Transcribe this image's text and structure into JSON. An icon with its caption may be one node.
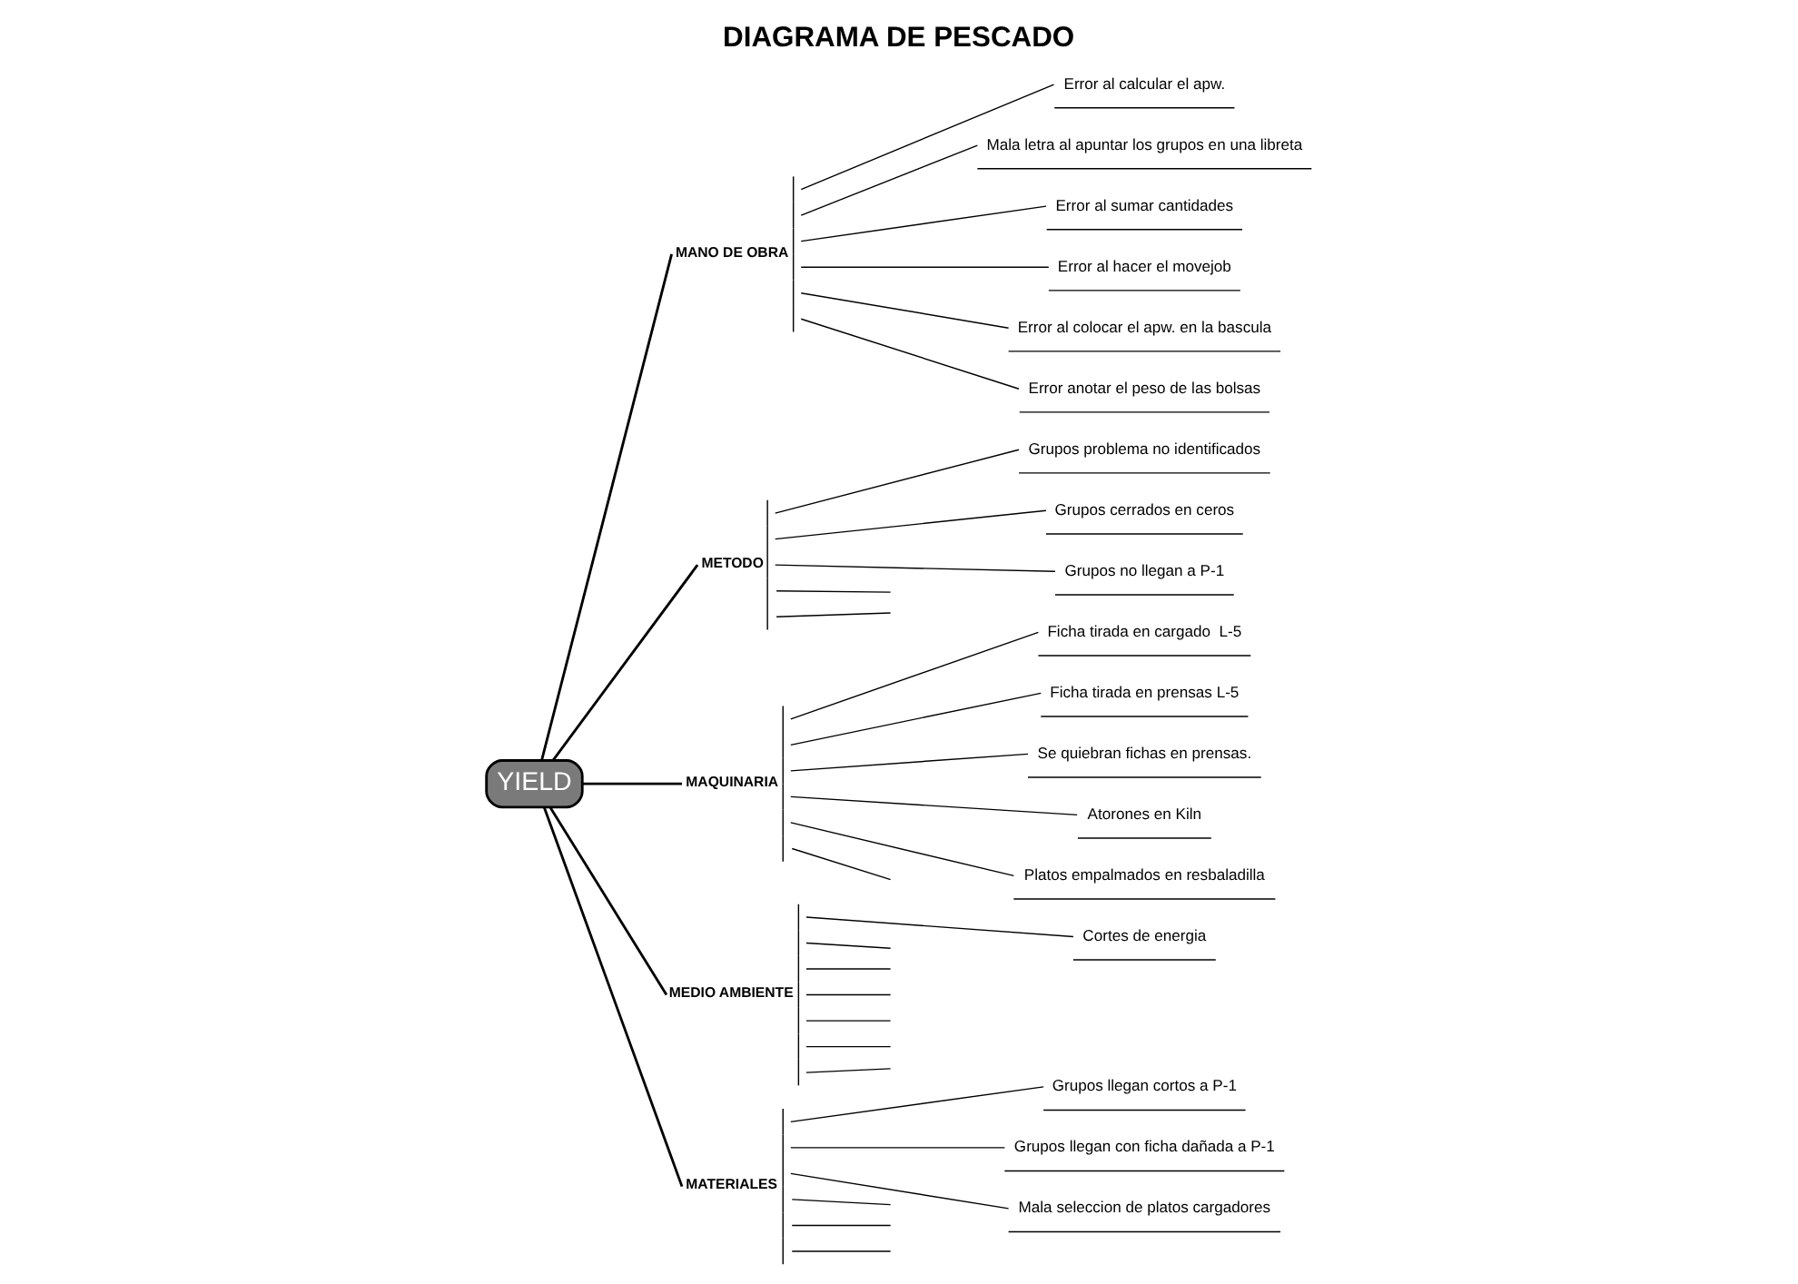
{
  "diagram": {
    "title": "DIAGRAMA DE PESCADO",
    "nodes": [
      {
        "text": [
          "YIELD"
        ]
      },
      {
        "text": [
          "MANO DE OBRA"
        ]
      },
      {
        "text": [
          "METODO"
        ]
      },
      {
        "text": [
          "MAQUINARIA"
        ]
      },
      {
        "text": [
          "MEDIO AMBIENTE"
        ]
      },
      {
        "text": [
          "MATERIALES"
        ]
      },
      {
        "text": [
          "Error al calcular el apw."
        ]
      },
      {
        "text": [
          "Mala letra al apuntar los grupos en una libreta"
        ]
      },
      {
        "text": [
          "Grupos problema no identificados"
        ]
      },
      {
        "text": [
          "Error al sumar cantidades"
        ]
      },
      {
        "text": [
          "Error al hacer el movejob"
        ]
      },
      {
        "text": [
          "Error al colocar el apw. en la bascula"
        ]
      },
      {
        "text": [
          "Error anotar el peso de las bolsas"
        ]
      },
      {
        "text": [
          "Grupos cerrados en ceros"
        ]
      },
      {
        "text": [
          "Ficha tirada en cargado  L-5"
        ]
      },
      {
        "text": [
          "Ficha tirada en prensas L-5"
        ]
      },
      {
        "text": [
          "Se quiebran fichas en prensas."
        ]
      },
      {
        "text": [
          "Atorones en Kiln"
        ]
      },
      {
        "text": [
          "Grupos no llegan a P-1"
        ]
      },
      {
        "text": [
          "Platos empalmados en resbaladilla"
        ]
      },
      {
        "text": [
          "Grupos llegan cortos a P-1"
        ]
      },
      {
        "text": [
          "Cortes de energia"
        ]
      },
      {
        "text": [
          "Grupos llegan con ficha dañada a P-1"
        ]
      },
      {
        "text": [
          "Mala seleccion de platos cargadores"
        ]
      }
    ],
    "edges": [
      {
        "from": 1,
        "to": 0,
        "arrow": "none"
      },
      {
        "from": 2,
        "to": 0,
        "arrow": "none"
      },
      {
        "from": 3,
        "to": 0,
        "arrow": "none"
      },
      {
        "from": 4,
        "to": 0,
        "arrow": "none"
      },
      {
        "from": 5,
        "to": 0,
        "arrow": "none"
      },
      {
        "from": 6,
        "to": 1,
        "arrow": "none"
      },
      {
        "from": 7,
        "to": 1,
        "arrow": "none"
      },
      {
        "from": 8,
        "to": 2,
        "arrow": "none"
      },
      {
        "from": 9,
        "to": 1,
        "arrow": "none"
      },
      {
        "from": 10,
        "to": 1,
        "arrow": "none"
      },
      {
        "from": 11,
        "to": 1,
        "arrow": "none"
      },
      {
        "from": 12,
        "to": 1,
        "arrow": "none"
      },
      {
        "from": 13,
        "to": 2,
        "arrow": "none"
      },
      {
        "from": 14,
        "to": 3,
        "arrow": "none"
      },
      {
        "from": 15,
        "to": 3,
        "arrow": "none"
      },
      {
        "from": 16,
        "to": 3,
        "arrow": "none"
      },
      {
        "from": 17,
        "to": 3,
        "arrow": "none"
      },
      {
        "from": 18,
        "to": 2,
        "arrow": "none"
      },
      {
        "from": 19,
        "to": 3,
        "arrow": "none"
      },
      {
        "from": 20,
        "to": 5,
        "arrow": "none"
      },
      {
        "from": 21,
        "to": 4,
        "arrow": "none"
      },
      {
        "from": 22,
        "to": 5,
        "arrow": "none"
      },
      {
        "from": 23,
        "to": 5,
        "arrow": "none"
      },
      {
        "from": null,
        "to": 2,
        "arrow": "none"
      },
      {
        "from": null,
        "to": 2,
        "arrow": "none"
      },
      {
        "from": null,
        "to": 3,
        "arrow": "none"
      },
      {
        "from": null,
        "to": 4,
        "arrow": "none"
      },
      {
        "from": null,
        "to": 4,
        "arrow": "none"
      },
      {
        "from": null,
        "to": 4,
        "arrow": "none"
      },
      {
        "from": null,
        "to": 4,
        "arrow": "none"
      },
      {
        "from": null,
        "to": 4,
        "arrow": "none"
      },
      {
        "from": null,
        "to": 4,
        "arrow": "none"
      },
      {
        "from": null,
        "to": 5,
        "arrow": "none"
      },
      {
        "from": null,
        "to": 5,
        "arrow": "none"
      },
      {
        "from": null,
        "to": 5,
        "arrow": "none"
      }
    ]
  }
}
